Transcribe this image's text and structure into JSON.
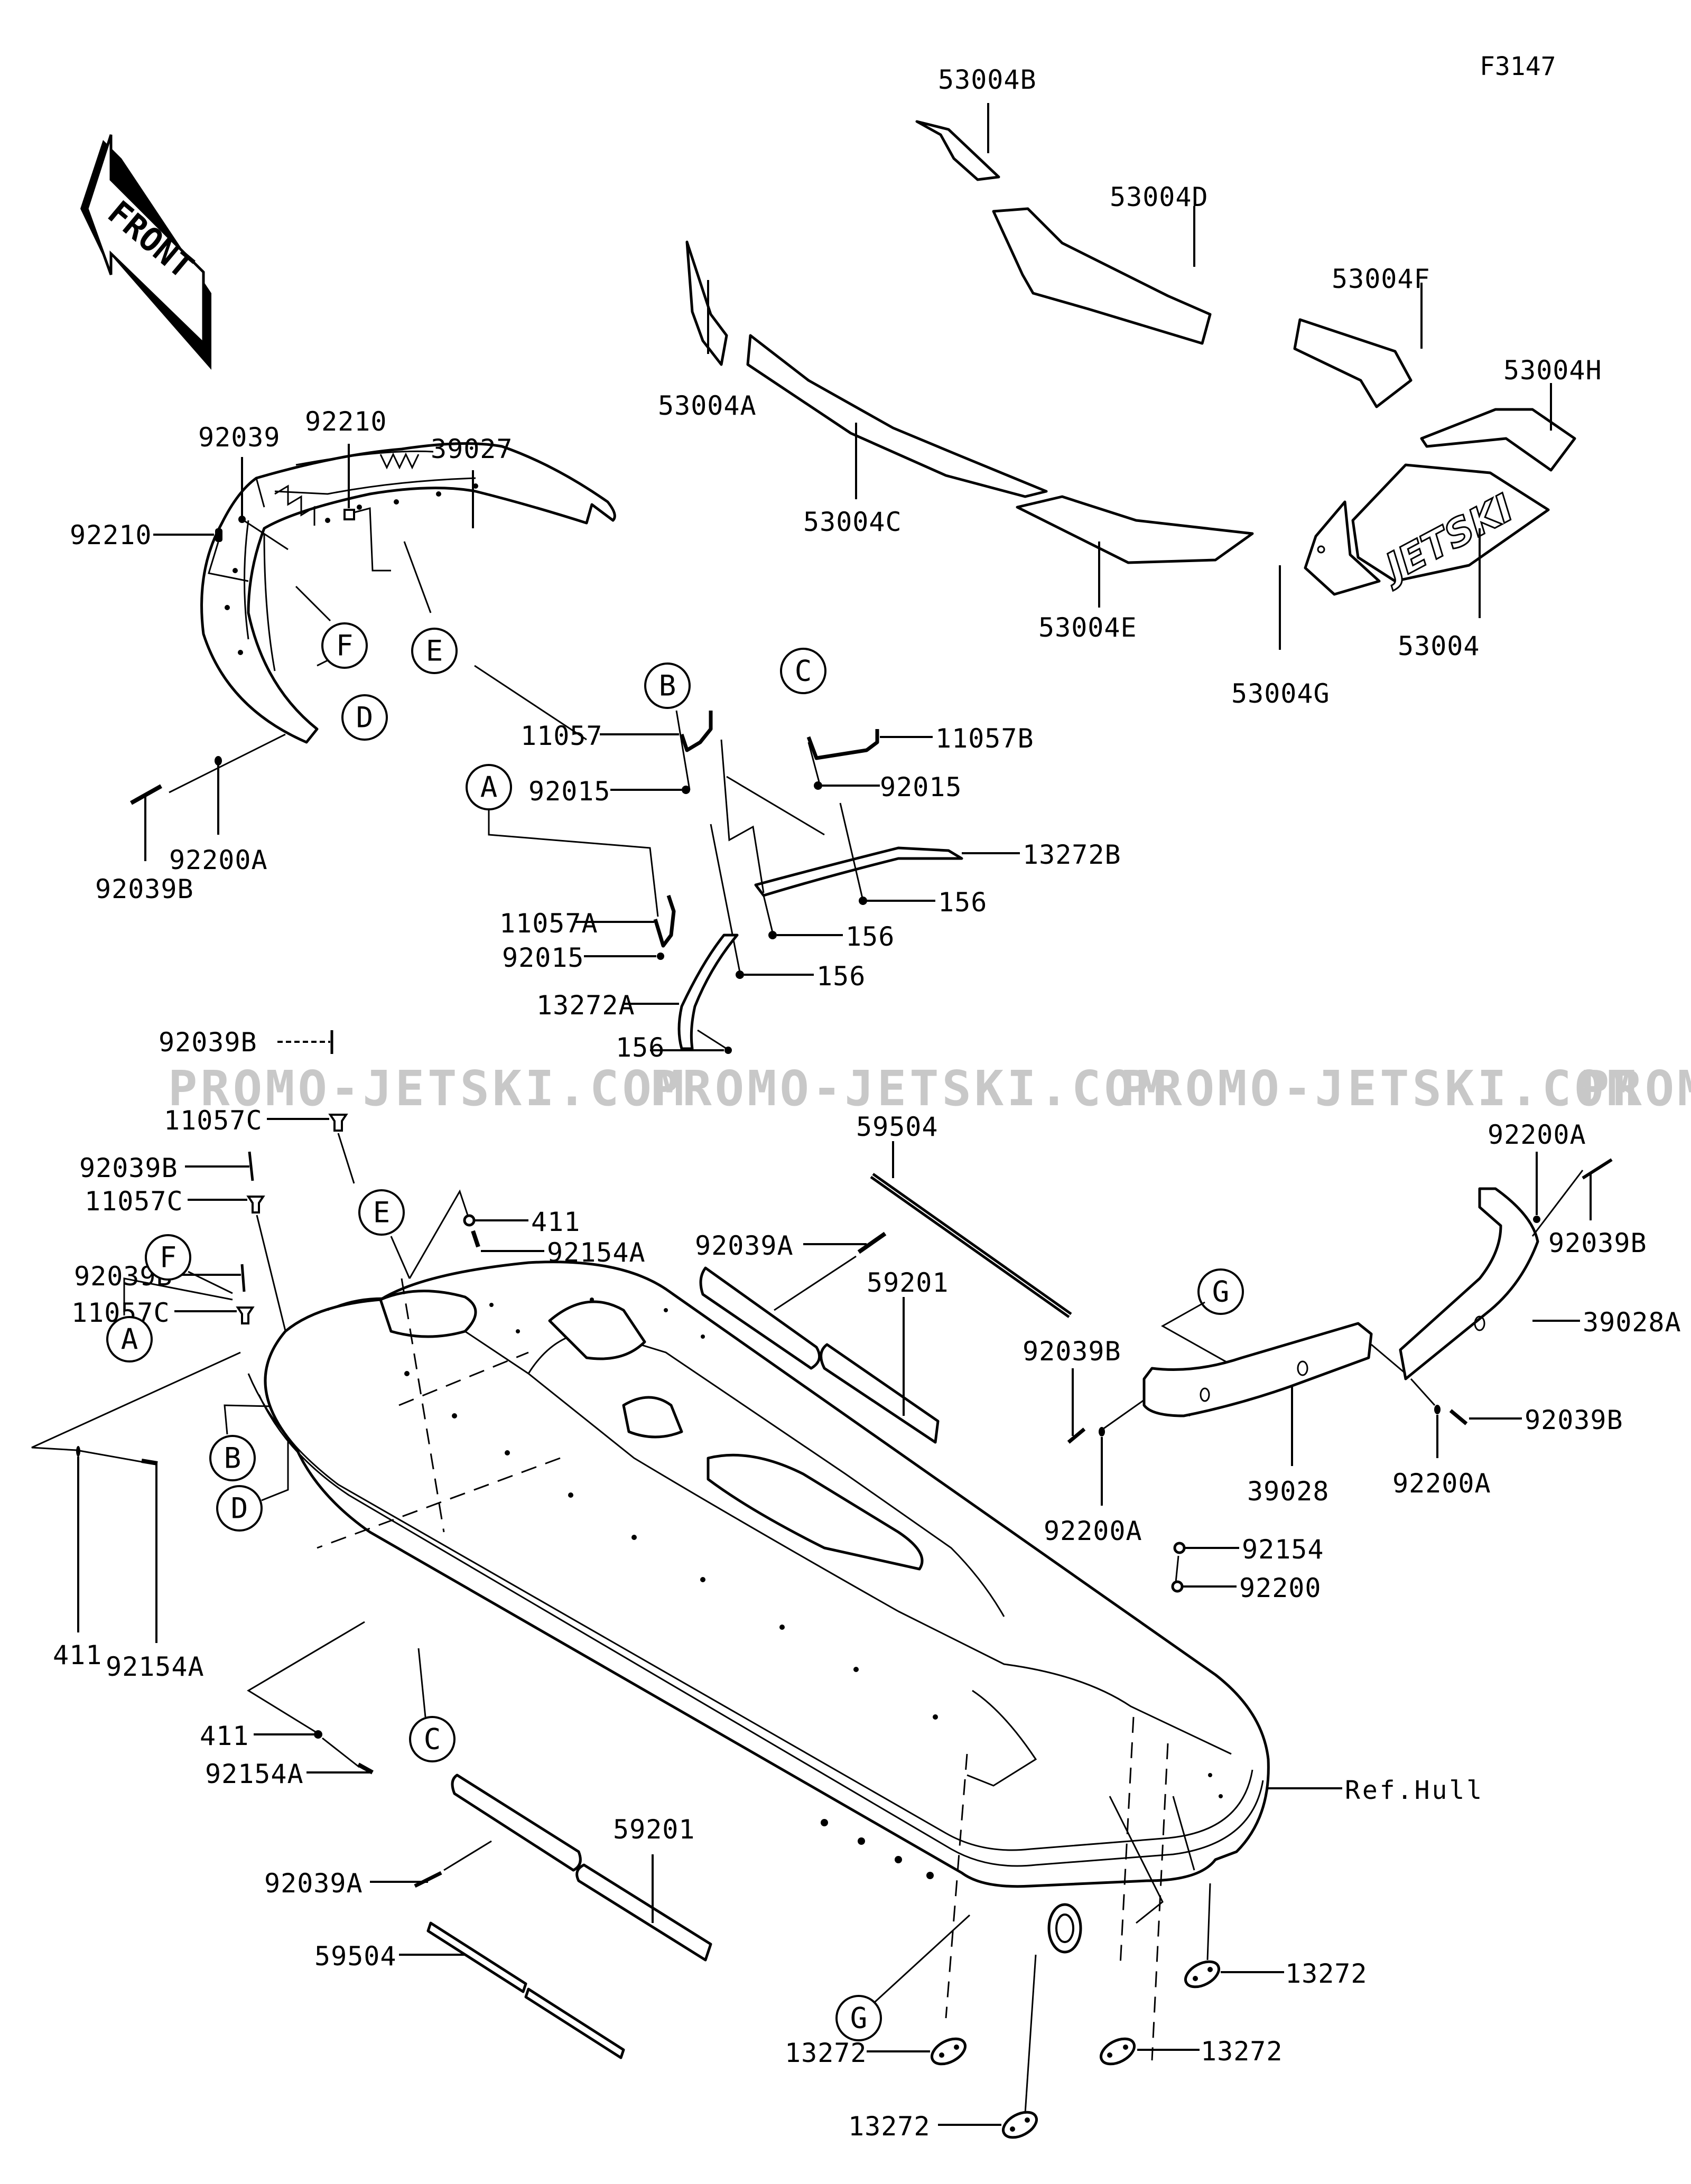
{
  "figure_id": "F3147",
  "front_arrow": {
    "label": "FRONT"
  },
  "watermark": [
    "PROMO-JETSKI.COM",
    "PROMO-JETSKI.COM",
    "PROMO-JETSKI.COM",
    "PROMO-."
  ],
  "reference_label": "Ref.Hull",
  "callouts": [
    "A",
    "B",
    "C",
    "D",
    "E",
    "F",
    "G"
  ],
  "part_labels": {
    "p53004B": "53004B",
    "p53004D": "53004D",
    "p53004F": "53004F",
    "p53004H": "53004H",
    "p53004A": "53004A",
    "p53004C": "53004C",
    "p53004E": "53004E",
    "p53004G": "53004G",
    "p53004": "53004",
    "p92039_top": "92039",
    "p92210_top": "92210",
    "p39027": "39027",
    "p92210_left": "92210",
    "p92200A_left": "92200A",
    "p92039B_left": "92039B",
    "p11057": "11057",
    "p92015_b": "92015",
    "p11057B": "11057B",
    "p92015_c": "92015",
    "p13272B": "13272B",
    "p156_1": "156",
    "p156_2": "156",
    "p156_3": "156",
    "p11057A": "11057A",
    "p92015_a": "92015",
    "p13272A": "13272A",
    "p156_4": "156",
    "p92039B_1": "92039B",
    "p11057C_1": "11057C",
    "p92039B_2": "92039B",
    "p11057C_2": "11057C",
    "p92039B_3": "92039B",
    "p11057C_3": "11057C",
    "p411_top": "411",
    "p92154A_top": "92154A",
    "p59504_top": "59504",
    "p92039A_top": "92039A",
    "p59201_top": "59201",
    "p92200A_r1": "92200A",
    "p92039B_r1": "92039B",
    "p39028A": "39028A",
    "p92039B_r2": "92039B",
    "p92039B_r3": "92039B",
    "p92200A_r2": "92200A",
    "p39028": "39028",
    "p92200A_r3": "92200A",
    "p92154": "92154",
    "p92200": "92200",
    "p411_left": "411",
    "p92154A_left": "92154A",
    "p411_mid": "411",
    "p92154A_mid": "92154A",
    "p92039A_bot": "92039A",
    "p59201_bot": "59201",
    "p59504_bot": "59504",
    "p13272_1": "13272",
    "p13272_2": "13272",
    "p13272_3": "13272",
    "p13272_4": "13272"
  },
  "decal_text": "JETSKI"
}
